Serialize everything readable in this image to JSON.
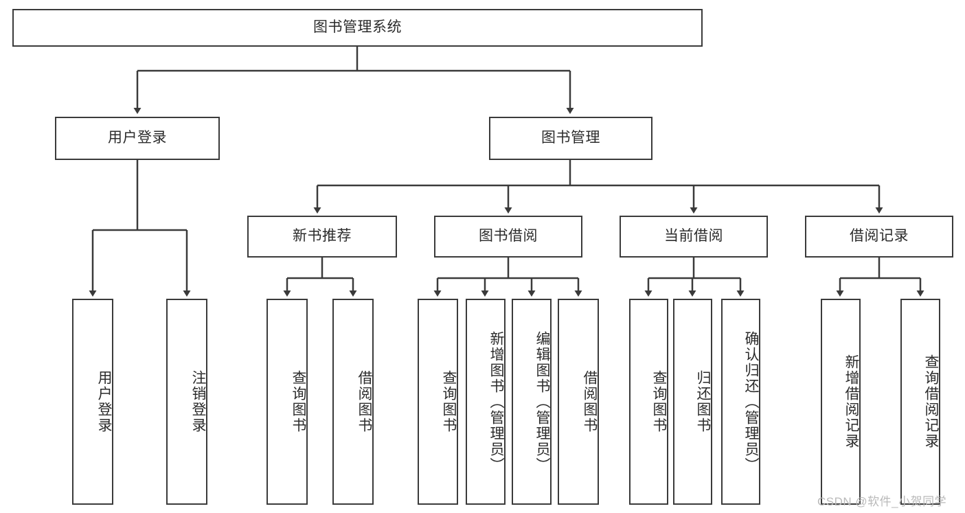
{
  "diagram": {
    "title": "图书管理系统",
    "type": "tree-hierarchy-chart",
    "colors": {
      "stroke": "#3a3a3a",
      "text": "#2b2b2b",
      "background": "#ffffff",
      "watermark": "#b9b9b9"
    },
    "root": {
      "label": "图书管理系统"
    },
    "level2": [
      {
        "label": "用户登录"
      },
      {
        "label": "图书管理"
      }
    ],
    "level3": [
      {
        "label": "新书推荐"
      },
      {
        "label": "图书借阅"
      },
      {
        "label": "当前借阅"
      },
      {
        "label": "借阅记录"
      }
    ],
    "leaves": {
      "user_login": [
        {
          "label": "用户登录"
        },
        {
          "label": "注销登录"
        }
      ],
      "new_book_recommend": [
        {
          "label": "查询图书"
        },
        {
          "label": "借阅图书"
        }
      ],
      "book_borrow": [
        {
          "label": "查询图书"
        },
        {
          "label": "新增图书（管理员）"
        },
        {
          "label": "编辑图书（管理员）"
        },
        {
          "label": "借阅图书"
        }
      ],
      "current_borrow": [
        {
          "label": "查询图书"
        },
        {
          "label": "归还图书"
        },
        {
          "label": "确认归还（管理员）"
        }
      ],
      "borrow_record": [
        {
          "label": "新增借阅记录"
        },
        {
          "label": "查询借阅记录"
        }
      ]
    }
  },
  "watermark": {
    "text": "CSDN @软件_小贺同学"
  }
}
